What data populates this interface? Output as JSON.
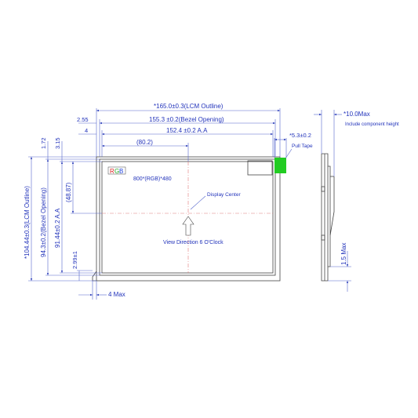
{
  "dimensions": {
    "lcm_width": "*165.0±0.3(LCM Outline)",
    "bezel_width": "155.3 ±0.2(Bezel Opening)",
    "aa_width": "152.4 ±0.2 A.A",
    "left_bezel_offset": "2.55",
    "left_aa_offset": "4",
    "half_width": "(80.2)",
    "lcm_height": "*104.44±0.3(LCM Outline)",
    "bezel_height": "94.3±0.2(Bezel Opening)",
    "aa_height": "91.44±0.2 A.A",
    "half_height": "(48.87)",
    "top_offset_1": "1.72",
    "top_offset_2": "3.15",
    "bottom_offset": "2.99±1",
    "bottom_max": "4 Max",
    "side_thickness": "*10.0Max",
    "side_min": "1.5 Max",
    "tape_width": "*5.3±0.2"
  },
  "labels": {
    "resolution": "800*(RGB)*480",
    "display_center": "Display Center",
    "view_direction": "View Direction 6 O'Clock",
    "pull_tape": "Pull Tape",
    "component_note": "Include component height",
    "rgb_r": "R",
    "rgb_g": "G",
    "rgb_b": "B"
  },
  "colors": {
    "dimension": "#2233bb",
    "pull_tape": "#22cc22",
    "center_line": "#e07a7a",
    "rgb_r": "#dd2222",
    "rgb_g": "#22aa22",
    "rgb_b": "#2244dd"
  }
}
